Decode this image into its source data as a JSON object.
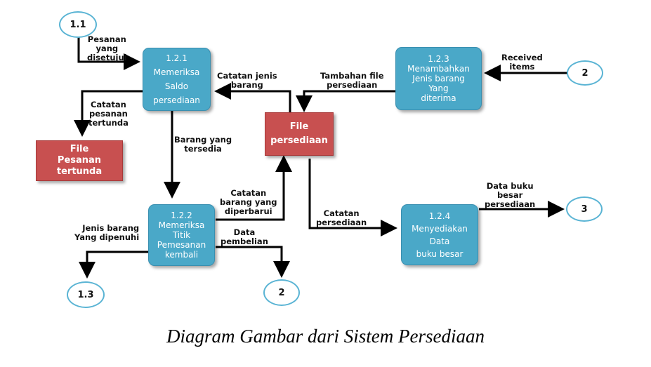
{
  "processes": {
    "p121": {
      "lines": [
        "1.2.1",
        "Memeriksa",
        "Saldo",
        "persediaan"
      ]
    },
    "p122": {
      "lines": [
        "1.2.2",
        "Memeriksa",
        "Titik",
        "Pemesanan",
        "kembali"
      ]
    },
    "p123": {
      "lines": [
        "1.2.3",
        "Menambahkan",
        "Jenis barang",
        "Yang",
        "diterima"
      ]
    },
    "p124": {
      "lines": [
        "1.2.4",
        "Menyediakan",
        "Data",
        "buku besar"
      ]
    }
  },
  "stores": {
    "file_persediaan": {
      "lines": [
        "File",
        "persediaan"
      ]
    },
    "file_pesanan_tertunda": {
      "lines": [
        "File",
        "Pesanan",
        "tertunda"
      ]
    }
  },
  "connectors": {
    "c11": "1.1",
    "c2_top": "2",
    "c3": "3",
    "c13": "1.3",
    "c2_bottom": "2"
  },
  "flows": {
    "pesanan_disetujui": [
      "Pesanan",
      "yang",
      "disetujui"
    ],
    "catatan_pesanan_tertunda": [
      "Catatan",
      "pesanan",
      "tertunda"
    ],
    "catatan_jenis_barang": [
      "Catatan jenis",
      "barang"
    ],
    "tambahan_file_persediaan": [
      "Tambahan file",
      "persediaan"
    ],
    "received_items": [
      "Received",
      "items"
    ],
    "barang_yang_tersedia": [
      "Barang yang",
      "tersedia"
    ],
    "catatan_barang_diperbarui": [
      "Catatan",
      "barang yang",
      "diperbarui"
    ],
    "data_pembelian": [
      "Data",
      "pembelian"
    ],
    "jenis_barang_dipenuhi": [
      "Jenis barang",
      "Yang dipenuhi"
    ],
    "catatan_persediaan": [
      "Catatan",
      "persediaan"
    ],
    "data_buku_besar_persediaan": [
      "Data buku",
      "besar",
      "persediaan"
    ]
  },
  "caption": "Diagram Gambar dari Sistem Persediaan",
  "colors": {
    "process": "#4aa8c8",
    "store": "#c85050",
    "connector_border": "#5ab4d4",
    "arrow": "#000000"
  }
}
